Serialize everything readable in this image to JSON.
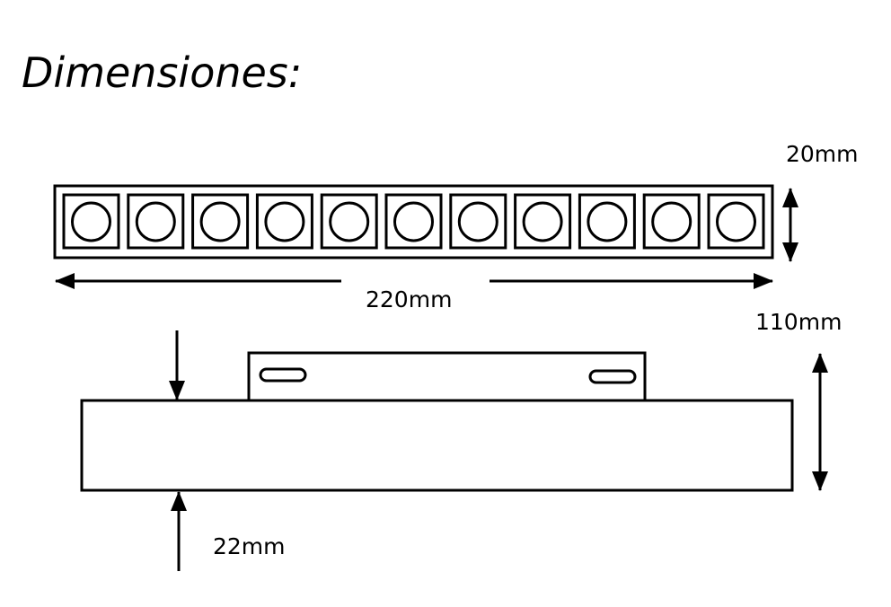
{
  "title": "Dimensiones:",
  "top_view": {
    "led_count": 11,
    "width_label": "20mm",
    "length_label": "220mm"
  },
  "side_view": {
    "height_label": "110mm",
    "depth_label": "22mm"
  }
}
